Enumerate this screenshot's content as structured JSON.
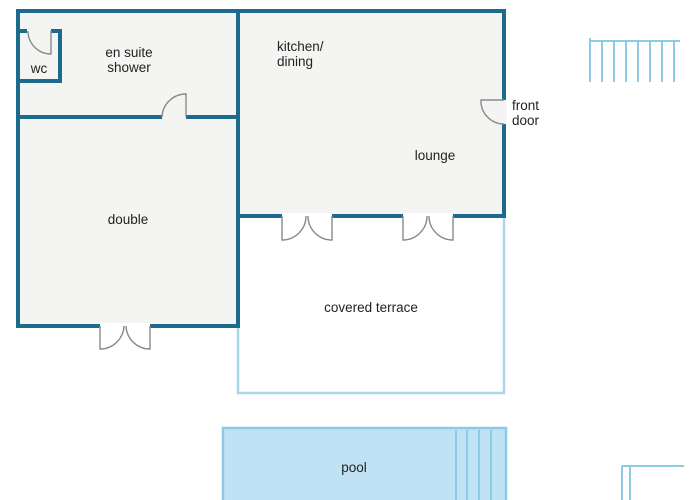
{
  "floorplan": {
    "rooms": {
      "wc": "wc",
      "en_suite_line1": "en suite",
      "en_suite_line2": "shower",
      "kitchen_line1": "kitchen/",
      "kitchen_line2": "dining",
      "front_door_line1": "front",
      "front_door_line2": "door",
      "lounge": "lounge",
      "double": "double",
      "covered_terrace": "covered terrace",
      "pool": "pool"
    },
    "colors": {
      "wall": "#1c6a8e",
      "room_fill": "#f4f4f2",
      "terrace_outline": "#a9d6e8",
      "pool_fill": "#bfe2f4",
      "stairs": "#8ccbe6"
    }
  }
}
